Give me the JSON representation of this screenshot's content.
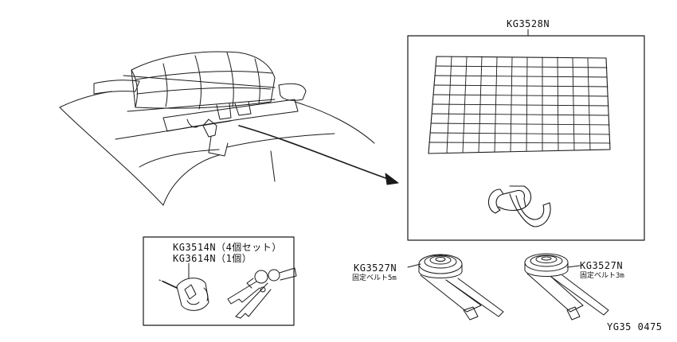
{
  "net_box": {
    "part_no": "KG3528N"
  },
  "lock_box": {
    "part_set4": "KG3514N（4個セット）",
    "part_single": "KG3614N（1個）"
  },
  "belt_5m": {
    "part_no": "KG3527N",
    "desc": "固定ベルト5m"
  },
  "belt_3m": {
    "part_no": "KG3527N",
    "desc": "固定ベルト3m"
  },
  "figure_code": "YG35 0475",
  "colors": {
    "line": "#1a1a1a",
    "background": "#ffffff"
  }
}
